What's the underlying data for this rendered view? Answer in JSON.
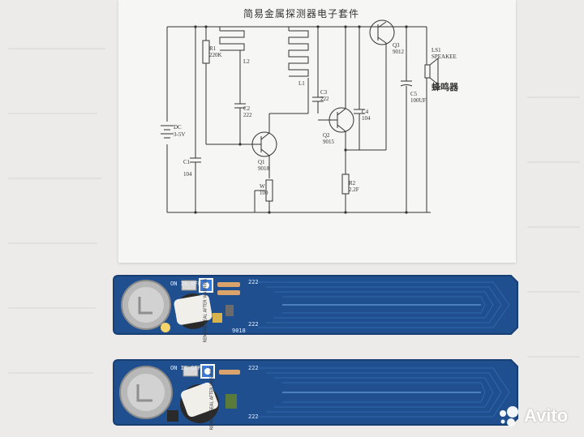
{
  "photo": {
    "schematic_title": "简易金属探测器电子套件",
    "labels": {
      "dc": "DC",
      "dc_v": "3-5V",
      "r1": "R1",
      "r1_v": "220K",
      "l2": "L2",
      "l1": "L1",
      "c2": "C2",
      "c2_v": "222",
      "c1": "C1",
      "c1_v": "104",
      "c3": "C3",
      "c3_v": "222",
      "c4": "C4",
      "c4_v": "104",
      "c5": "C5",
      "c5_v": "100UF",
      "q1": "Q1",
      "q1_v": "9018",
      "q2": "Q2",
      "q2_v": "9015",
      "q3": "Q3",
      "q3_v": "9012",
      "w": "W",
      "w_v": "100",
      "r2": "R2",
      "r2_v": "2.2F",
      "ls1": "LS1",
      "speaker": "SPEAKEE",
      "buzzer": "蜂鸣器"
    },
    "board1": {
      "switch_label": "ON IS OFF",
      "side_codes": "222",
      "sticker": "REMOVE SEAL AFTER WASHING",
      "bottom_code": "9018"
    },
    "board2": {
      "switch_label": "ON IS OFF",
      "side_codes": "222",
      "sticker": "REMOVE SEAL AFTER WASHING",
      "code_b": "222"
    },
    "watermark": "Avito",
    "colors": {
      "background": "#ecebea",
      "paper": "#f6f6f4",
      "pcb": "#1f4f8e",
      "pcb_edge": "#173f74",
      "trace": "#2b64a8",
      "battery": "#c9c9c9",
      "buzzer": "#2a2a2a"
    }
  }
}
